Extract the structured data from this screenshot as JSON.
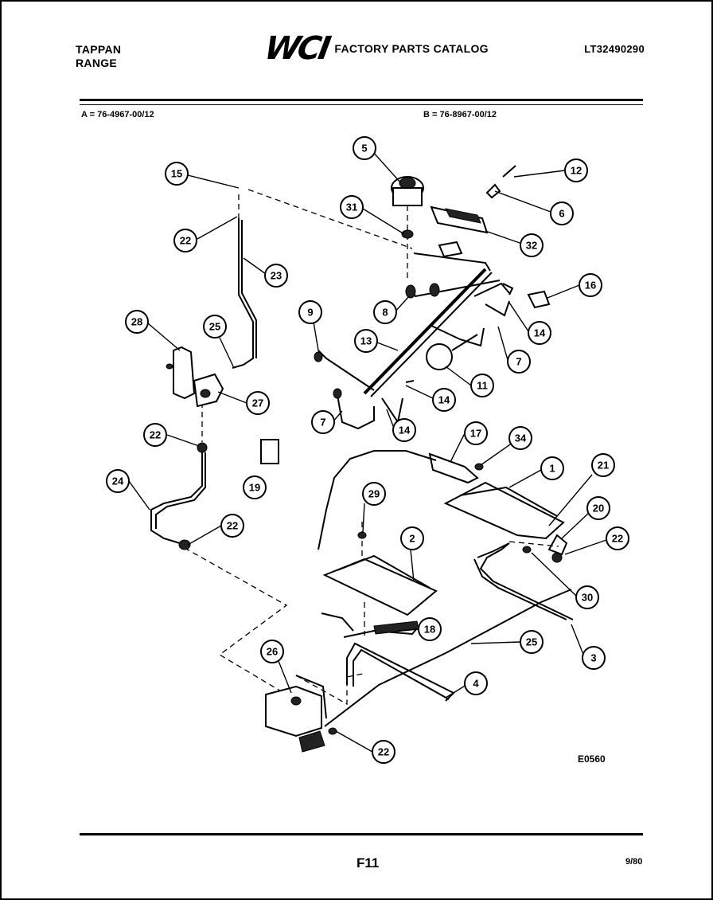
{
  "header": {
    "brand_line1": "TAPPAN",
    "brand_line2": "RANGE",
    "logo_text": "WCI",
    "catalog_title": "FACTORY PARTS CATALOG",
    "model_number": "LT32490290"
  },
  "variants": {
    "a": "A = 76-4967-00/12",
    "b": "B = 76-8967-00/12"
  },
  "callouts": [
    "15",
    "22",
    "23",
    "28",
    "25",
    "27",
    "22",
    "24",
    "19",
    "22",
    "26",
    "22",
    "5",
    "31",
    "12",
    "6",
    "32",
    "16",
    "8",
    "9",
    "13",
    "11",
    "7",
    "14",
    "14",
    "7",
    "14",
    "17",
    "34",
    "1",
    "21",
    "29",
    "2",
    "20",
    "22",
    "30",
    "3",
    "18",
    "25",
    "4"
  ],
  "diagram_code": "E0560",
  "footer": {
    "page_label": "F11",
    "date": "9/80"
  }
}
